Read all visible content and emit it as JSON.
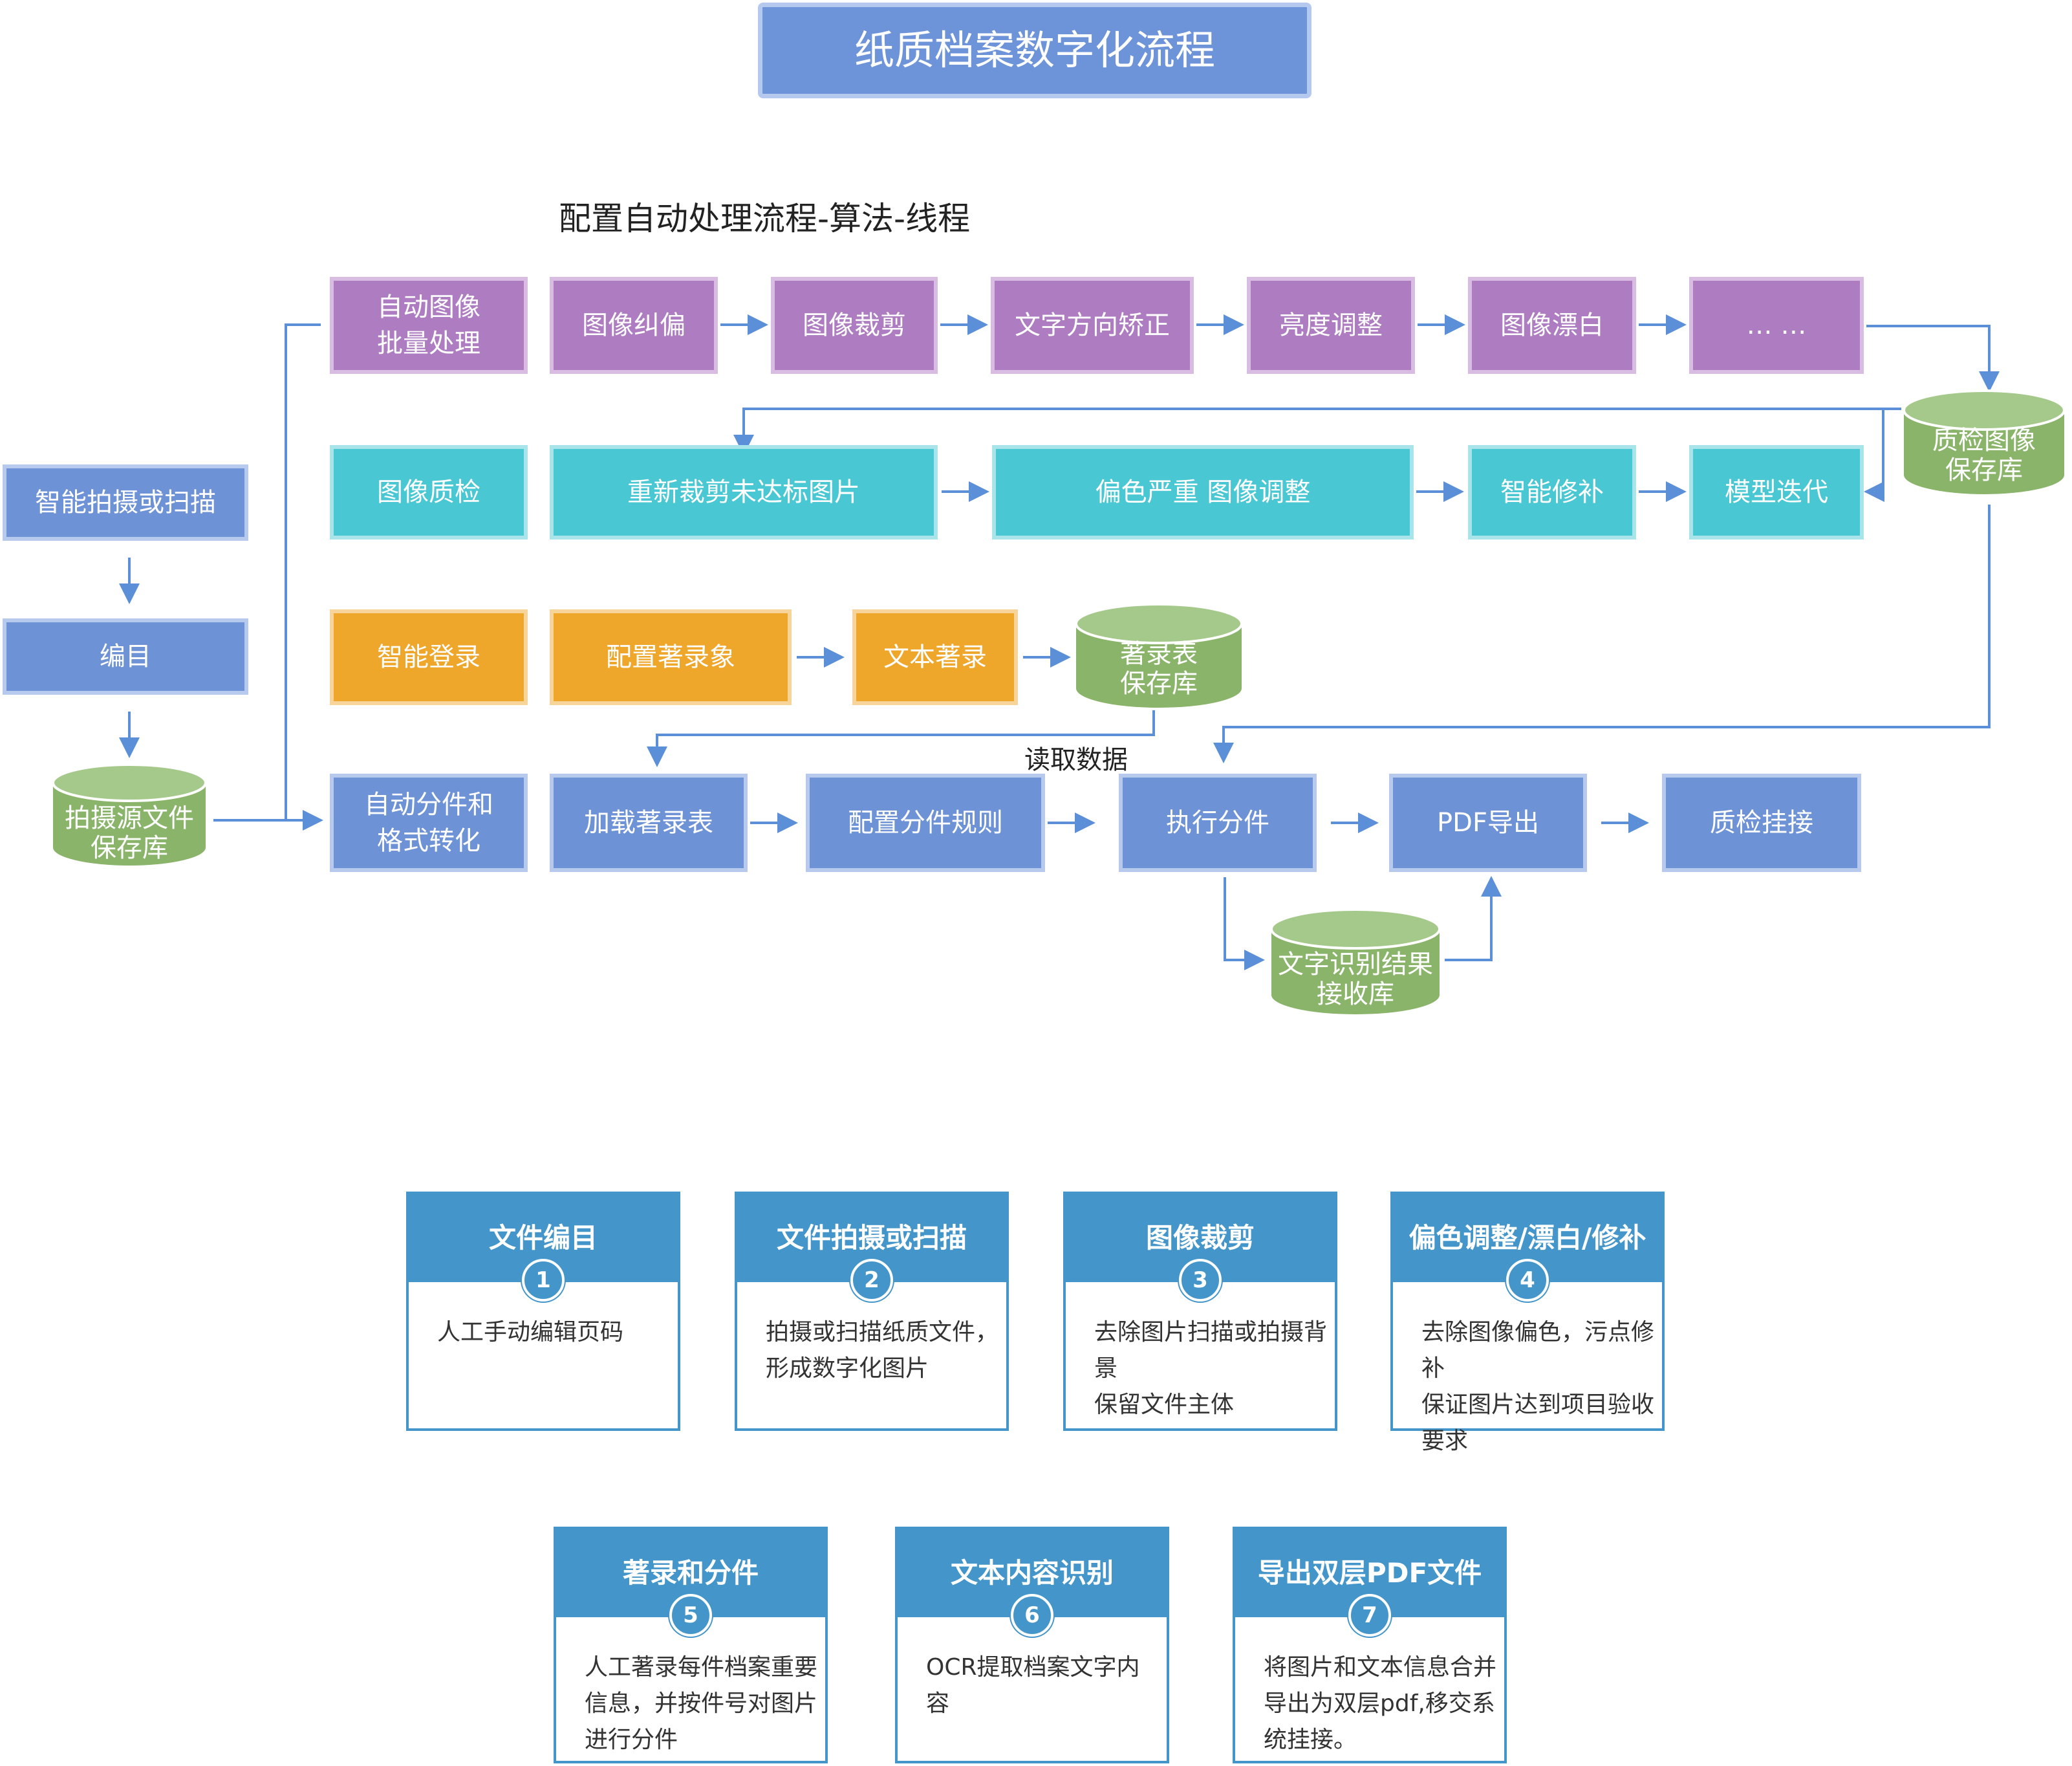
{
  "title": "纸质档案数字化流程",
  "subtitle": "配置自动处理流程-算法-线程",
  "left": {
    "capture": "智能拍摄或扫描",
    "catalog": "编目",
    "source_db": "拍摄源文件\n保存库"
  },
  "row1": {
    "start": "自动图像\n批量处理",
    "steps": [
      "图像纠偏",
      "图像裁剪",
      "文字方向矫正",
      "亮度调整",
      "图像漂白",
      "… …"
    ]
  },
  "qc_db": "质检图像\n保存库",
  "row2": {
    "start": "图像质检",
    "steps": [
      "重新裁剪未达标图片",
      "偏色严重 图像调整",
      "智能修补",
      "模型迭代"
    ]
  },
  "row3": {
    "start": "智能登录",
    "steps": [
      "配置著录象",
      "文本著录"
    ],
    "db": "著录表\n保存库"
  },
  "read_data": "读取数据",
  "row4": {
    "start": "自动分件和\n格式转化",
    "steps": [
      "加载著录表",
      "配置分件规则",
      "执行分件",
      "PDF导出",
      "质检挂接"
    ]
  },
  "ocr_db": "文字识别结果\n接收库",
  "colors": {
    "purple": "#ae7cc1",
    "teal": "#49c7d2",
    "orange": "#eea62b",
    "blue": "#6e92d6",
    "green": "#8ab46a",
    "card": "#4496ca",
    "arrow": "#5b8fd8"
  },
  "cards": [
    {
      "num": "1",
      "title": "文件编目",
      "desc": "人工手动编辑页码"
    },
    {
      "num": "2",
      "title": "文件拍摄或扫描",
      "desc": "拍摄或扫描纸质文件，\n形成数字化图片"
    },
    {
      "num": "3",
      "title": "图像裁剪",
      "desc": "去除图片扫描或拍摄背景\n保留文件主体"
    },
    {
      "num": "4",
      "title": "偏色调整/漂白/修补",
      "desc": "去除图像偏色，污点修补\n保证图片达到项目验收\n要求"
    },
    {
      "num": "5",
      "title": "著录和分件",
      "desc": "人工著录每件档案重要\n信息，并按件号对图片\n进行分件"
    },
    {
      "num": "6",
      "title": "文本内容识别",
      "desc": "OCR提取档案文字内容"
    },
    {
      "num": "7",
      "title": "导出双层PDF文件",
      "desc": "将图片和文本信息合并\n导出为双层pdf,移交系\n统挂接。"
    }
  ]
}
